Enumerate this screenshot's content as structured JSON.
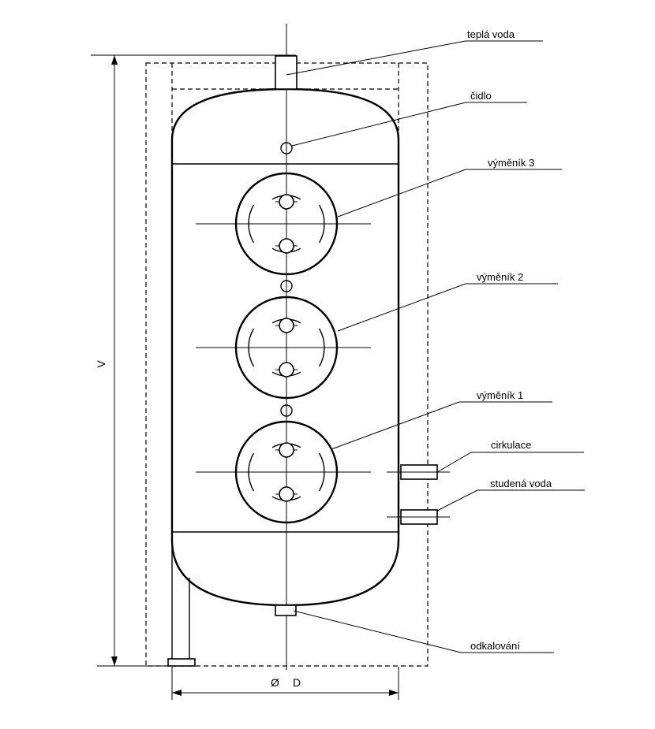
{
  "labels": {
    "hot_water": "teplá voda",
    "sensor": "čidlo",
    "exchanger_3": "výměník 3",
    "exchanger_2": "výměník 2",
    "exchanger_1": "výměník 1",
    "circulation": "cirkulace",
    "cold_water": "studená voda",
    "drain": "odkalování"
  },
  "dimensions": {
    "height": "V",
    "diameter_symbol": "Ø",
    "diameter": "D"
  },
  "colors": {
    "line": "#000000",
    "background": "#ffffff"
  }
}
